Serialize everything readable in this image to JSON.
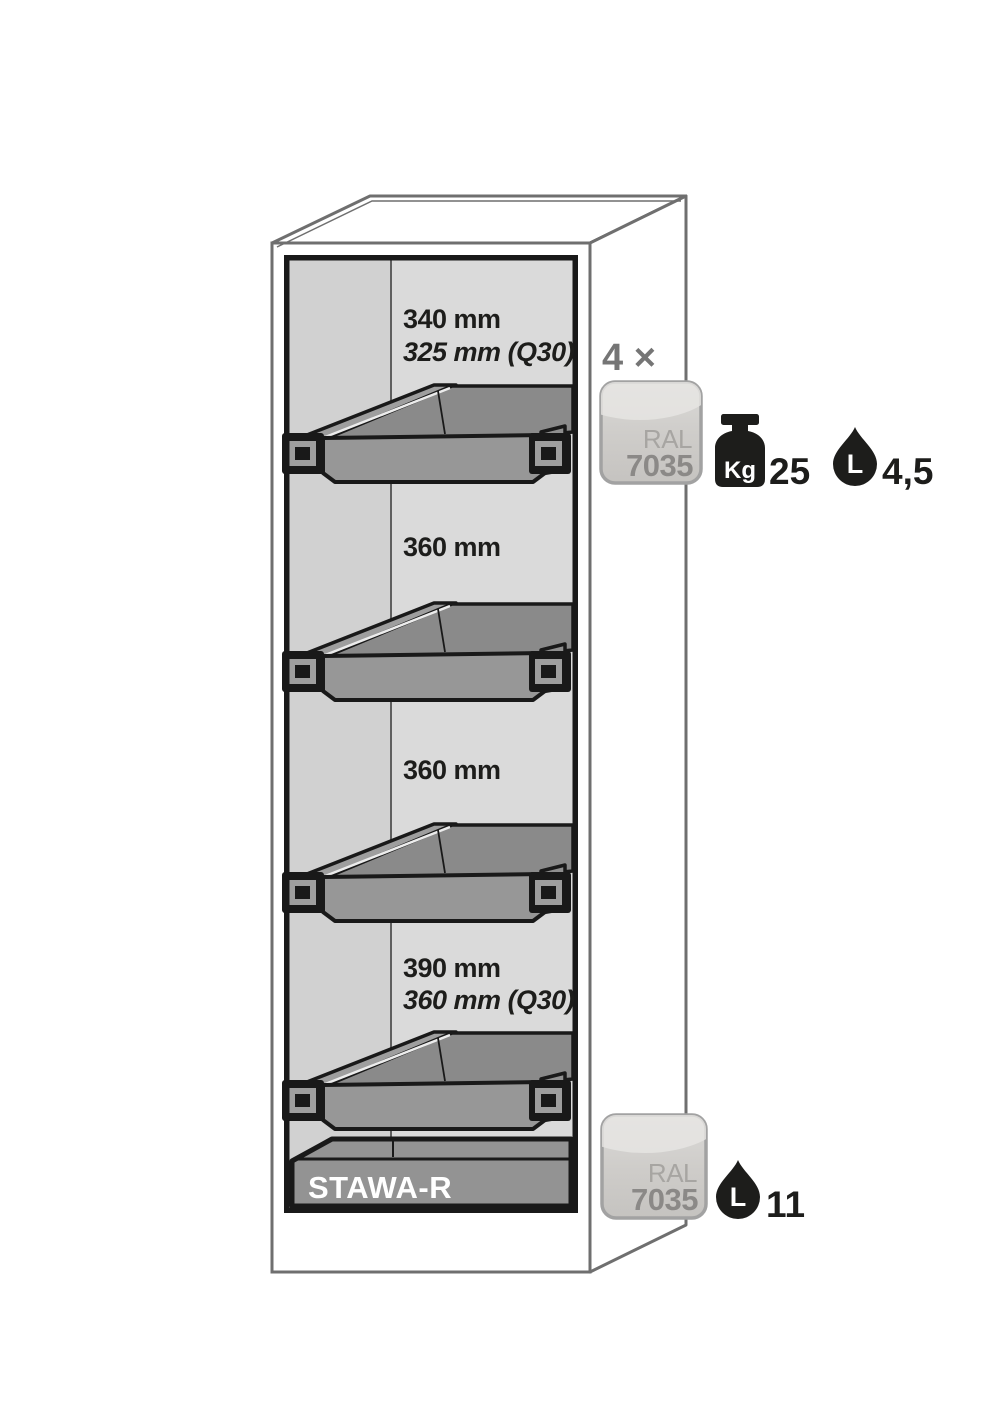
{
  "diagram": {
    "tray_count_label": "4 ×",
    "sections": [
      {
        "line1": "340 mm",
        "line2": "325 mm (Q30)"
      },
      {
        "line1": "360 mm"
      },
      {
        "line1": "360 mm"
      },
      {
        "line1": "390 mm",
        "line2": "360 mm (Q30)"
      }
    ],
    "sump_label": "STAWA-R",
    "swatch": {
      "prefix": "RAL",
      "code": "7035"
    },
    "specs": {
      "weight_unit": "Kg",
      "weight_value": "25",
      "volume_unit": "L",
      "shelf_volume": "4,5",
      "sump_volume": "11"
    },
    "colors": {
      "outline_gray": "#6f6f6f",
      "frame_black": "#191919",
      "interior_gray_left": "#d1d1d1",
      "interior_gray_right": "#dadada",
      "tray_gray": "#8f8f8f",
      "ral7035_swatch": "#cbc9c6",
      "ink_black": "#1d1d1b",
      "muted_gray": "#757575"
    }
  }
}
